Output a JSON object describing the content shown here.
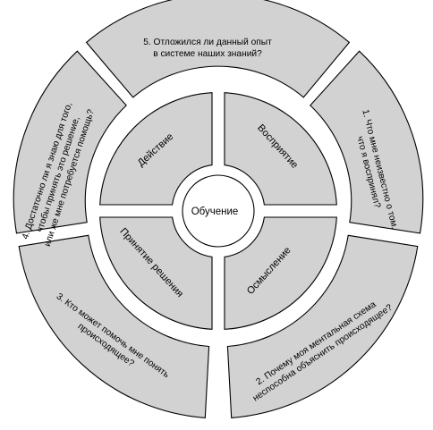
{
  "center": {
    "label": "Обучение"
  },
  "inner": {
    "top_left": "Действие",
    "top_right": "Восприятие",
    "bottom_left": "Принятие решения",
    "bottom_right": "Осмысление"
  },
  "outer": {
    "q1": [
      "1. Что мне неизвестно о том,",
      "что я воспринял?"
    ],
    "q2": [
      "2. Почему моя ментальная схема",
      "неспособна объяснить происходящее?"
    ],
    "q3": [
      "3. Кто может помочь мне понять",
      "происходящее?"
    ],
    "q4": [
      "4. Достаточно ли я знаю для того,",
      "чтобы принять это решение,",
      "или же мне потребуется помощь?"
    ],
    "q5": [
      "5. Отложился ли данный опыт",
      "в системе наших знаний?"
    ]
  },
  "colors": {
    "segment_fill": "#d2d2d2",
    "stroke": "#000000",
    "hub_fill": "#ffffff"
  }
}
